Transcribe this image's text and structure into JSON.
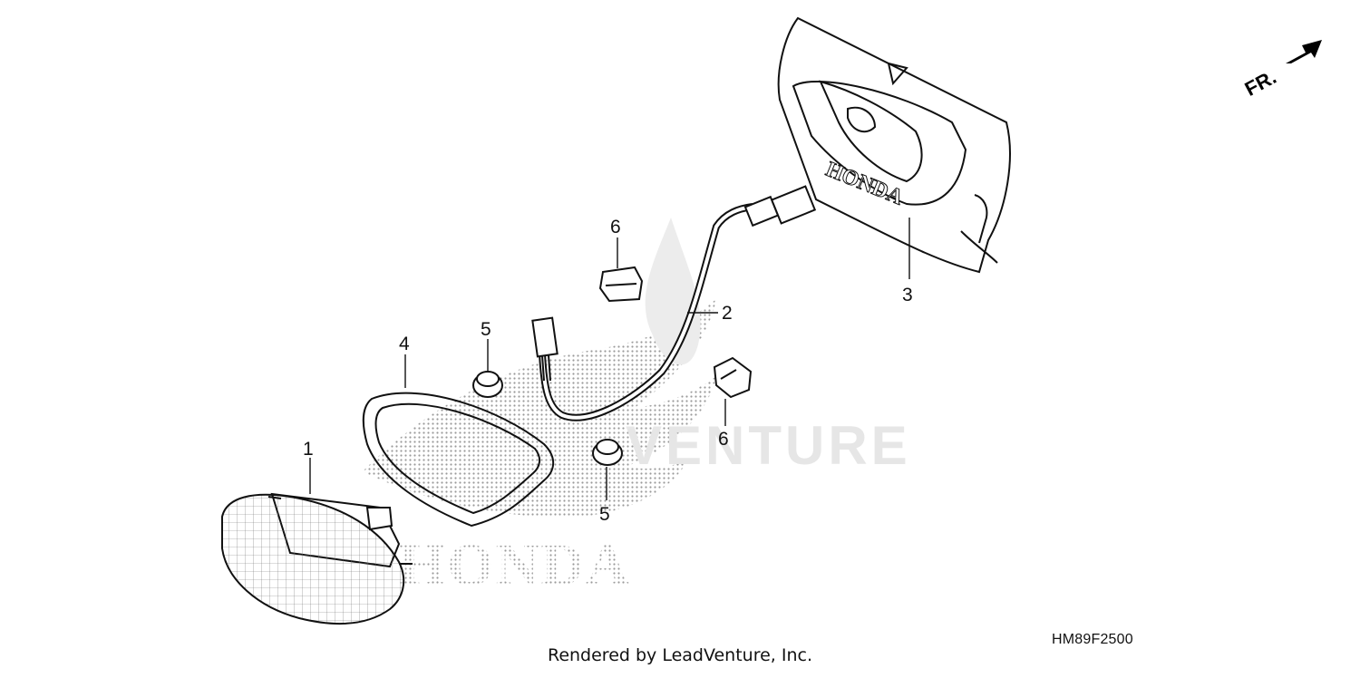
{
  "diagram": {
    "parts": [
      {
        "id": "1",
        "label": "1"
      },
      {
        "id": "2",
        "label": "2"
      },
      {
        "id": "3",
        "label": "3"
      },
      {
        "id": "4",
        "label": "4"
      },
      {
        "id": "5a",
        "label": "5"
      },
      {
        "id": "5b",
        "label": "5"
      },
      {
        "id": "6a",
        "label": "6"
      },
      {
        "id": "6b",
        "label": "6"
      }
    ],
    "front_indicator": "FR.",
    "cover_logo_text": "HONDA",
    "watermark_brand": "HONDA",
    "watermark_suffix": "VENTURE",
    "diagram_code": "HM89F2500"
  },
  "footer": {
    "rendered_by": "Rendered by LeadVenture, Inc."
  },
  "colors": {
    "line": "#111111",
    "watermark_dots": "#9a9a9a",
    "watermark_light": "#e6e6e6"
  }
}
